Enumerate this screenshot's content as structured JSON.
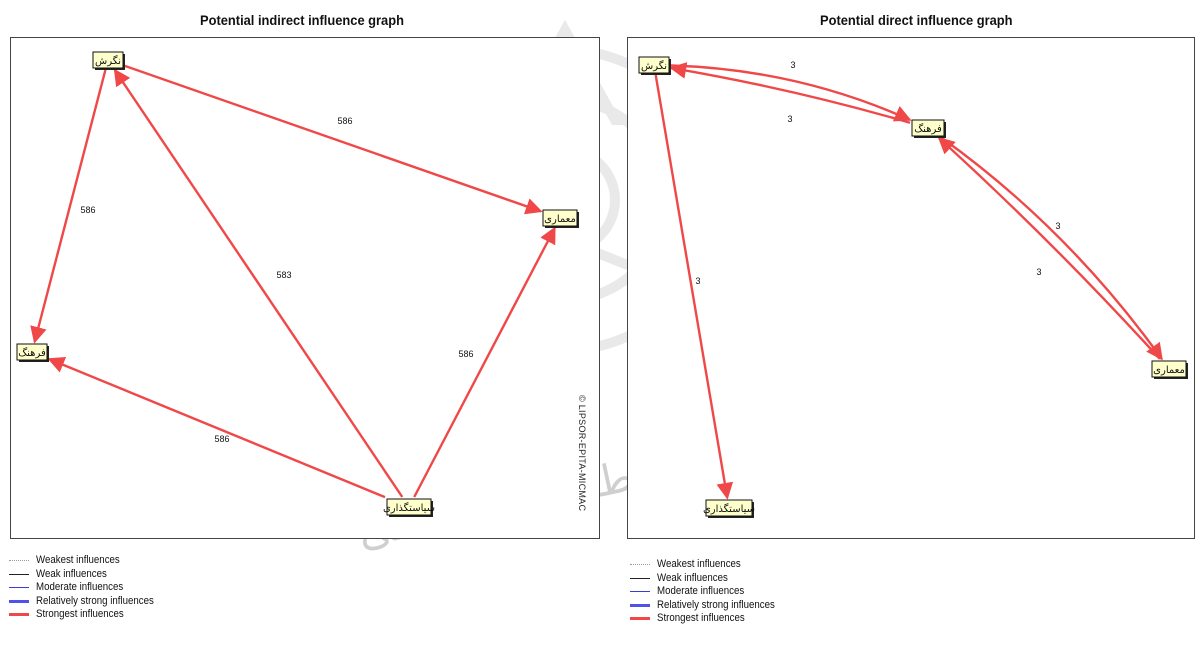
{
  "left_graph": {
    "title": "Potential indirect influence graph",
    "nodes": [
      {
        "id": "n1",
        "label": "نگرش"
      },
      {
        "id": "n2",
        "label": "معماری"
      },
      {
        "id": "n3",
        "label": "فرهنگ"
      },
      {
        "id": "n4",
        "label": "سیاستگذاری"
      }
    ],
    "edges": [
      {
        "from": "n1",
        "to": "n2",
        "label": "586"
      },
      {
        "from": "n1",
        "to": "n3",
        "label": "586"
      },
      {
        "from": "n4",
        "to": "n1",
        "label": "583"
      },
      {
        "from": "n4",
        "to": "n2",
        "label": "586"
      },
      {
        "from": "n4",
        "to": "n3",
        "label": "586"
      }
    ]
  },
  "right_graph": {
    "title": "Potential direct influence graph",
    "nodes": [
      {
        "id": "m1",
        "label": "نگرش"
      },
      {
        "id": "m2",
        "label": "فرهنگ"
      },
      {
        "id": "m3",
        "label": "معماری"
      },
      {
        "id": "m4",
        "label": "سیاستگذاری"
      }
    ],
    "edges": [
      {
        "from": "m1",
        "to": "m2",
        "label": "3"
      },
      {
        "from": "m2",
        "to": "m1",
        "label": "3"
      },
      {
        "from": "m2",
        "to": "m3",
        "label": "3"
      },
      {
        "from": "m3",
        "to": "m2",
        "label": "3"
      },
      {
        "from": "m1",
        "to": "m4",
        "label": "3"
      }
    ]
  },
  "copyright": "© LIPSOR-EPITA-MICMAC",
  "legend": [
    {
      "label": "Weakest influences",
      "color": "#9a9a9a",
      "style": "dotted"
    },
    {
      "label": "Weak influences",
      "color": "#222222",
      "style": "thin"
    },
    {
      "label": "Moderate influences",
      "color": "#3b3bd6",
      "style": "thin"
    },
    {
      "label": "Relatively strong influences",
      "color": "#5050ee",
      "style": "thick"
    },
    {
      "label": "Strongest influences",
      "color": "#f04848",
      "style": "thick"
    }
  ],
  "watermark_text": "پژوهشگاه علوم انسانی و مطالعات فرهنگی"
}
